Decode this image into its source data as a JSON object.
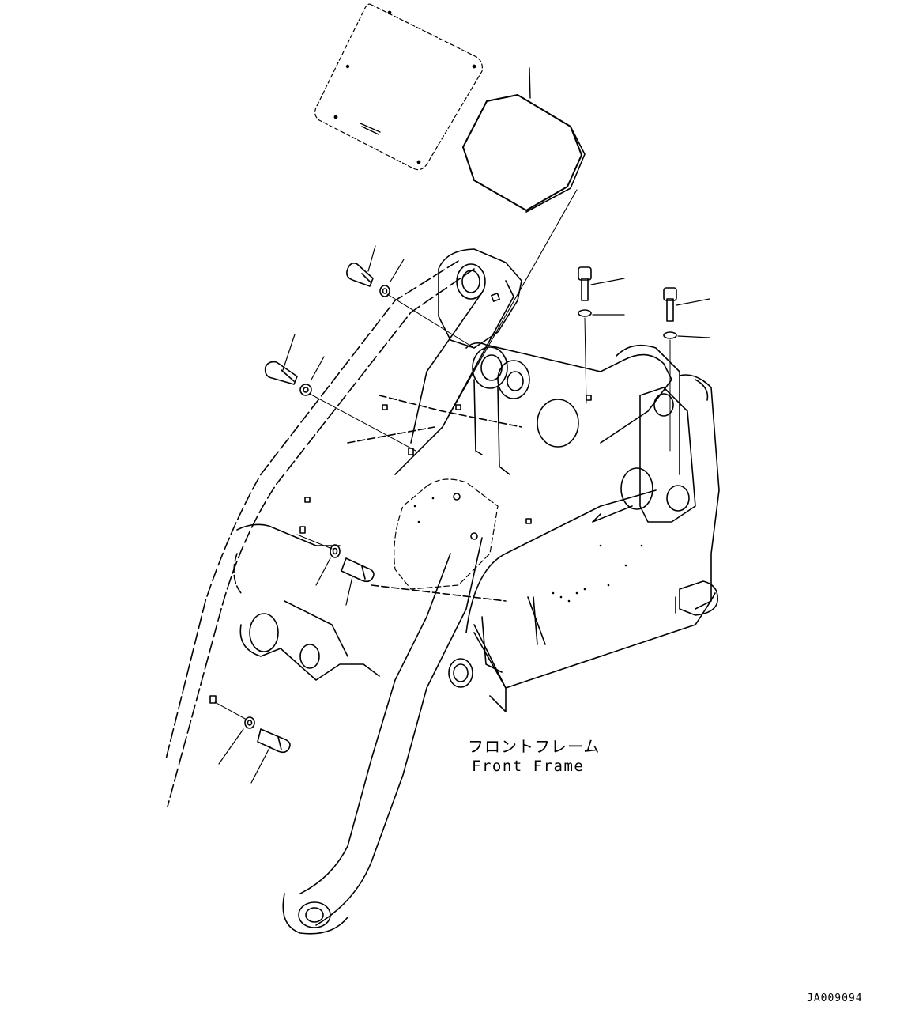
{
  "diagram": {
    "label_jp": "フロントフレーム",
    "label_en": "Front Frame",
    "document_code": "JA009094",
    "line_color": "#000000",
    "background": "#ffffff"
  }
}
